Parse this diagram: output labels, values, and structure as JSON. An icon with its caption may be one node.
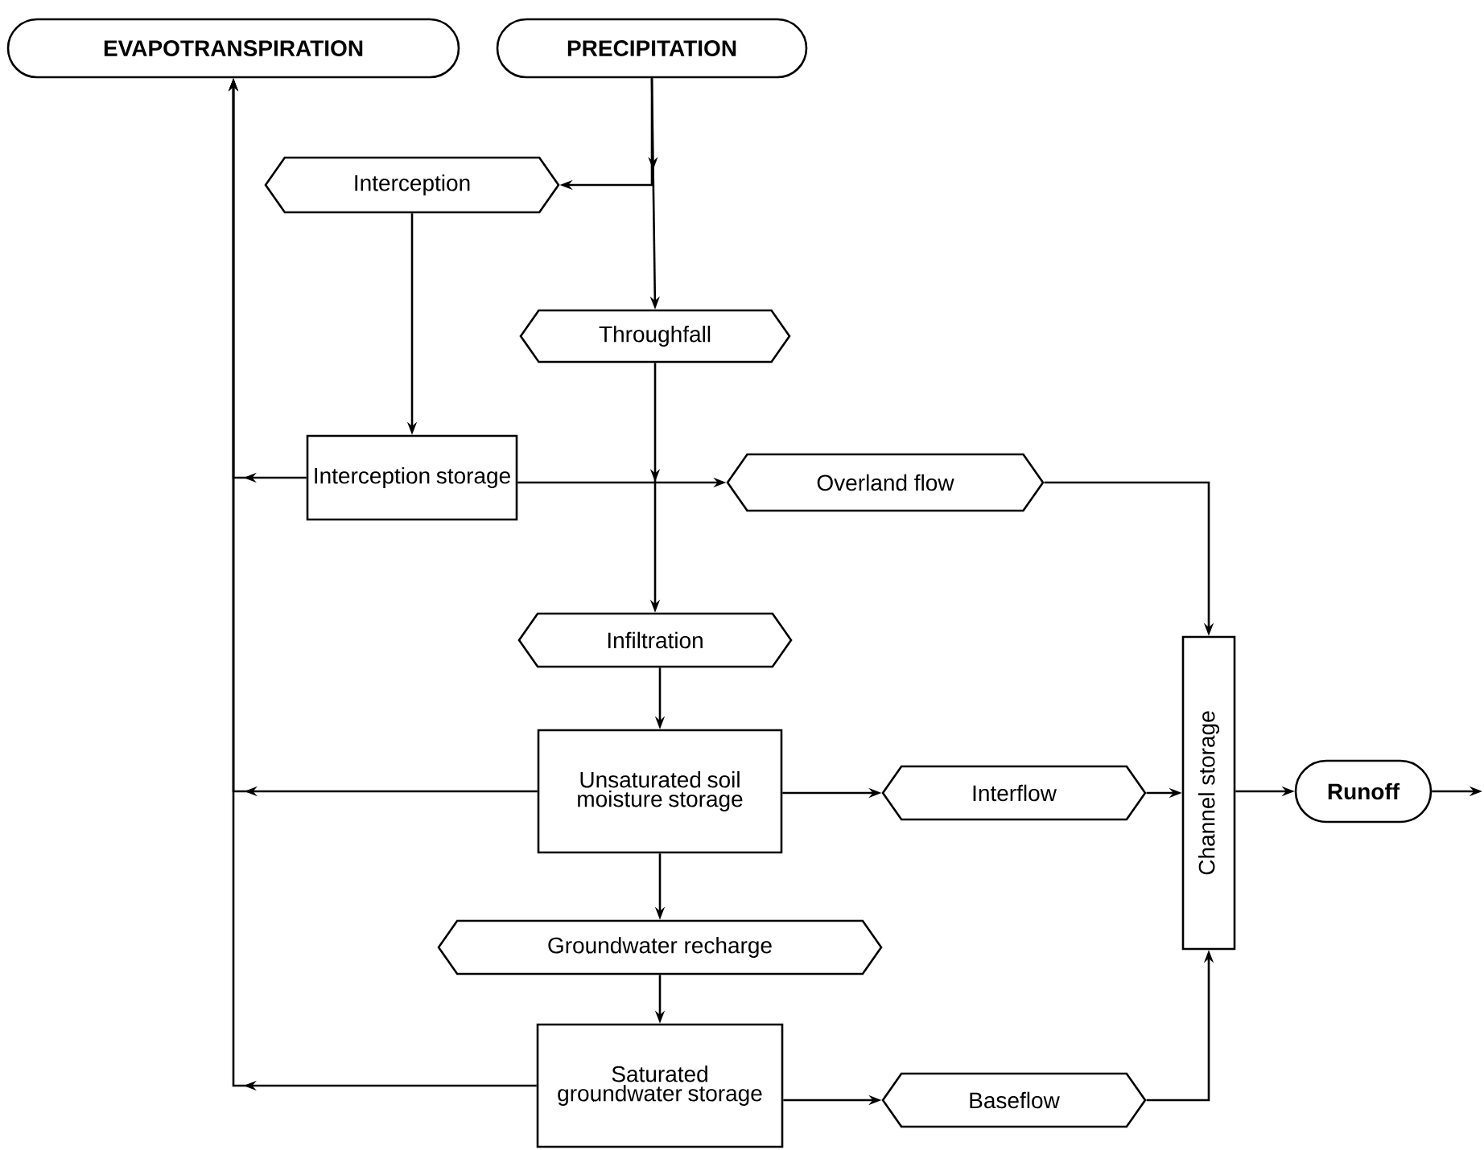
{
  "diagram": {
    "nodes": [
      {
        "text": [
          "EVAPOTRANSPIRATION"
        ]
      },
      {
        "text": [
          "PRECIPITATION"
        ]
      },
      {
        "text": [
          "Interception"
        ]
      },
      {
        "text": [
          "Throughfall"
        ]
      },
      {
        "text": [
          "Interception storage"
        ]
      },
      {
        "text": [
          "Overland flow"
        ]
      },
      {
        "text": [
          "Infiltration"
        ]
      },
      {
        "text": [
          "Unsaturated soil moisture storage"
        ]
      },
      {
        "text": [
          "Interflow"
        ]
      },
      {
        "text": [
          "Channel storage"
        ]
      },
      {
        "text": [
          "Runoff"
        ]
      },
      {
        "text": [
          "Groundwater recharge"
        ]
      },
      {
        "text": [
          "Saturated groundwater storage"
        ]
      },
      {
        "text": [
          "Baseflow"
        ]
      }
    ],
    "edges": [
      {
        "from": 1,
        "to": 2,
        "arrow": "to"
      },
      {
        "from": 1,
        "to": 3,
        "arrow": "to"
      },
      {
        "from": 2,
        "to": 4,
        "arrow": "to"
      },
      {
        "from": 3,
        "to": 6,
        "arrow": "to"
      },
      {
        "from": 4,
        "to": 5,
        "arrow": "to"
      },
      {
        "from": 4,
        "to": 0,
        "arrow": "to"
      },
      {
        "from": 5,
        "to": 9,
        "arrow": "to"
      },
      {
        "from": 6,
        "to": 7,
        "arrow": "to"
      },
      {
        "from": 7,
        "to": 8,
        "arrow": "to"
      },
      {
        "from": 7,
        "to": 0,
        "arrow": "to"
      },
      {
        "from": 7,
        "to": 11,
        "arrow": "to"
      },
      {
        "from": 8,
        "to": 9,
        "arrow": "to"
      },
      {
        "from": 11,
        "to": 12,
        "arrow": "to"
      },
      {
        "from": 12,
        "to": 13,
        "arrow": "to"
      },
      {
        "from": 12,
        "to": 0,
        "arrow": "to"
      },
      {
        "from": 13,
        "to": 9,
        "arrow": "to"
      },
      {
        "from": 9,
        "to": 10,
        "arrow": "to"
      },
      {
        "from": 10,
        "to": null,
        "arrow": "to"
      }
    ]
  }
}
